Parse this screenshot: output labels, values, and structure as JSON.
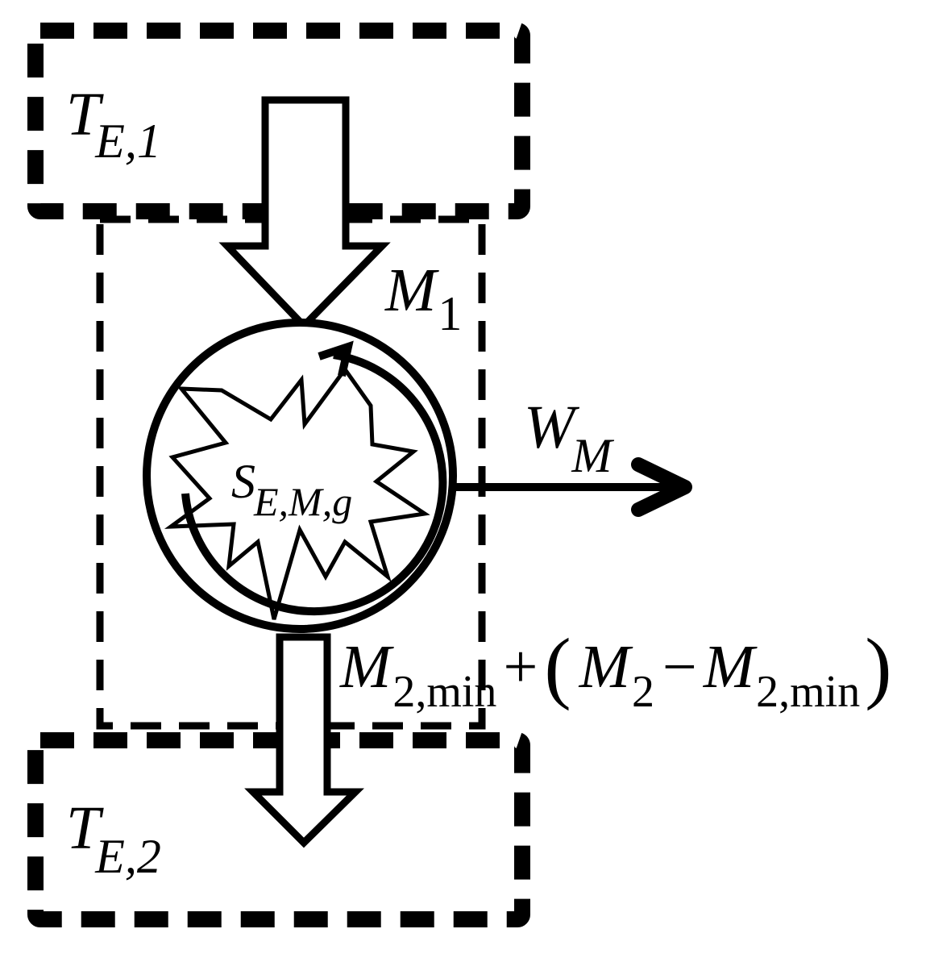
{
  "labels": {
    "top_reservoir": {
      "main": "T",
      "sub": "E,1"
    },
    "bottom_reservoir": {
      "main": "T",
      "sub": "E,2"
    },
    "heat_in": {
      "main": "M",
      "sub": "1"
    },
    "work_out": {
      "main": "W",
      "sub": "M"
    },
    "entropy_gen": {
      "main": "S",
      "sub": "E,M,g"
    },
    "heat_out": {
      "t1": "M",
      "s1": "2,min",
      "t2": "+",
      "t3": "(",
      "t4": "M",
      "s2": "2",
      "t5": "−",
      "t6": "M",
      "s3": "2,min",
      "t7": ")"
    }
  },
  "colors": {
    "stroke": "#000000",
    "background": "#ffffff"
  }
}
